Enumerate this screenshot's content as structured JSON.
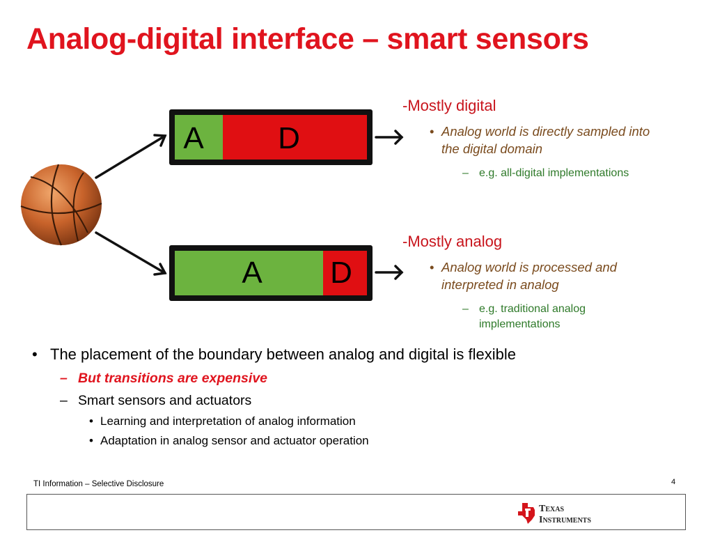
{
  "slide": {
    "title": "Analog-digital interface – smart sensors",
    "colors": {
      "title_red": "#e0141e",
      "analog_green": "#6cb33f",
      "digital_red": "#e00f12"
    }
  },
  "diagram": {
    "top_box": {
      "left_label": "A",
      "right_label": "D",
      "analog_share": 0.25
    },
    "bottom_box": {
      "left_label": "A",
      "right_label": "D",
      "analog_share": 0.77
    },
    "source_icon": "basketball-icon"
  },
  "right_column": {
    "sections": [
      {
        "heading": "-Mostly digital",
        "bullet": "Analog world is directly sampled into the digital domain",
        "sub": "e.g. all-digital implementations"
      },
      {
        "heading": "-Mostly analog",
        "bullet": "Analog world is processed and interpreted in analog",
        "sub": "e.g. traditional analog implementations"
      }
    ],
    "bullet_marker": "•",
    "sub_marker": "–"
  },
  "main_list": {
    "item1": "The placement of the boundary between analog and digital is flexible",
    "item1_marker": "•",
    "sub1": "But transitions are expensive",
    "sub2": "Smart sensors and actuators",
    "sub_marker": "–",
    "subsub1": "Learning and interpretation of analog information",
    "subsub2": "Adaptation in analog sensor and actuator operation",
    "subsub_marker": "•"
  },
  "footer": {
    "disclosure": "TI Information – Selective Disclosure",
    "page_number": "4",
    "logo_line1": "Texas",
    "logo_line2": "Instruments"
  }
}
